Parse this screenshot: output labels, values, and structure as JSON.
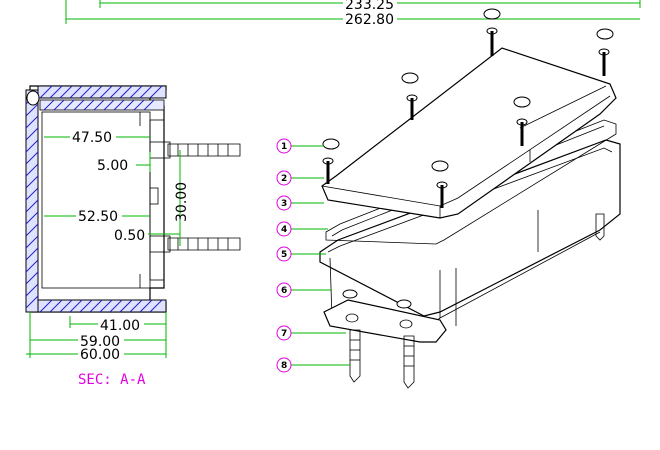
{
  "top_dimensions": [
    "233.25",
    "262.80"
  ],
  "section": {
    "label": "SEC: A-A",
    "dimensions": [
      "47.50",
      "5.00",
      "30.00",
      "52.50",
      "0.50",
      "41.00",
      "59.00",
      "60.00"
    ]
  },
  "callouts": [
    "1",
    "2",
    "3",
    "4",
    "5",
    "6",
    "7",
    "8"
  ],
  "colors": {
    "dimension_line": "#00b400",
    "callout_circle": "#e000e0",
    "hatch": "#2020c0",
    "section_label": "#e000e0"
  }
}
